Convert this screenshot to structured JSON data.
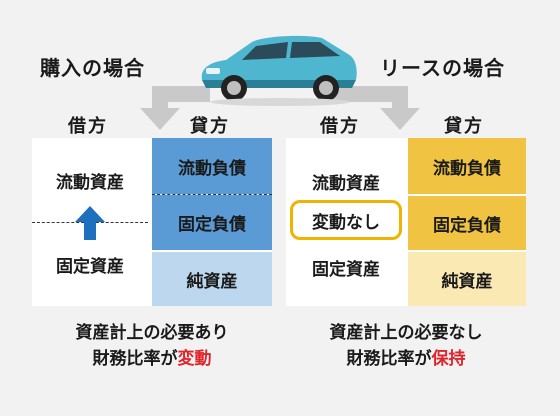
{
  "headings": {
    "purchase": "購入の場合",
    "lease": "リースの場合"
  },
  "left": {
    "debit_label": "借方",
    "credit_label": "貸方",
    "debit": [
      "流動資産",
      "固定資産"
    ],
    "credit": [
      "流動負債",
      "固定負債",
      "純資産"
    ],
    "caption_line1": "資産計上の必要あり",
    "caption_line2_prefix": "財務比率が",
    "caption_line2_highlight": "変動"
  },
  "right": {
    "debit_label": "借方",
    "credit_label": "貸方",
    "debit": [
      "流動資産",
      "固定資産"
    ],
    "badge": "変動なし",
    "credit": [
      "流動負債",
      "固定負債",
      "純資産"
    ],
    "caption_line1": "資産計上の必要なし",
    "caption_line2_prefix": "財務比率が",
    "caption_line2_highlight": "保持"
  },
  "colors": {
    "background": "#f2f2f2",
    "blue_dark": "#5b9bd5",
    "blue_light": "#bdd7ee",
    "gold_dark": "#f0c442",
    "gold_light": "#fbe9b4",
    "arrow_gray": "#c9c9c9",
    "arrow_blue": "#1f6fbf",
    "badge_border": "#f0b400",
    "highlight_red": "#e0242b"
  },
  "icons": {
    "car": "car-icon",
    "up_arrow": "up-arrow-icon",
    "flow_arrows": "down-arrow-icon"
  }
}
